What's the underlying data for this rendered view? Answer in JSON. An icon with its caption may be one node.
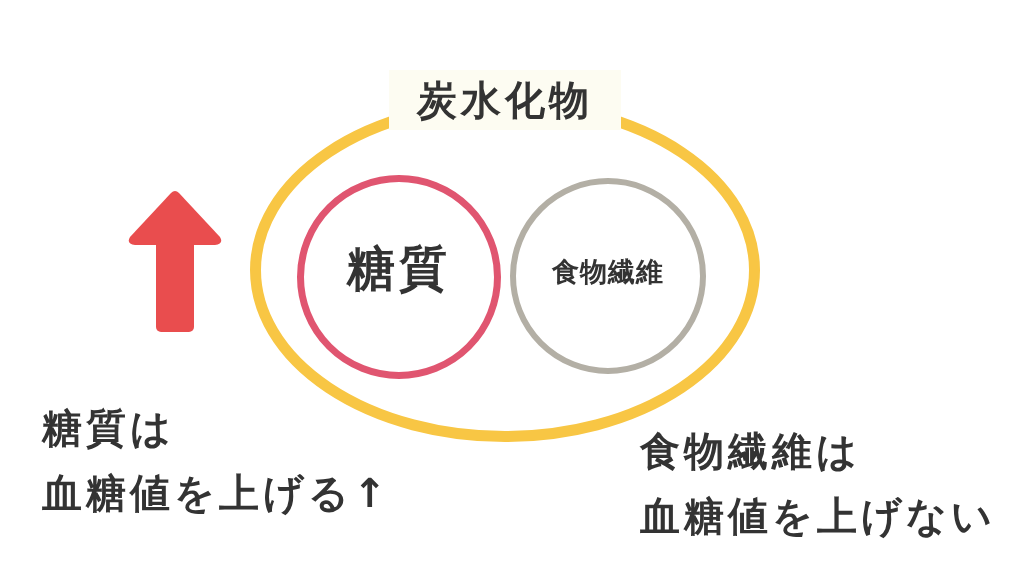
{
  "diagram": {
    "nodes": [
      {
        "text": [
          "炭水化物"
        ]
      },
      {
        "text": [
          "糖質"
        ],
        "in": 0
      },
      {
        "text": [
          "食物繊維"
        ],
        "in": 0
      }
    ],
    "edges": [],
    "labels": [
      "糖質は血糖値を上げる↑",
      "食物繊維は血糖値を上げない"
    ]
  }
}
